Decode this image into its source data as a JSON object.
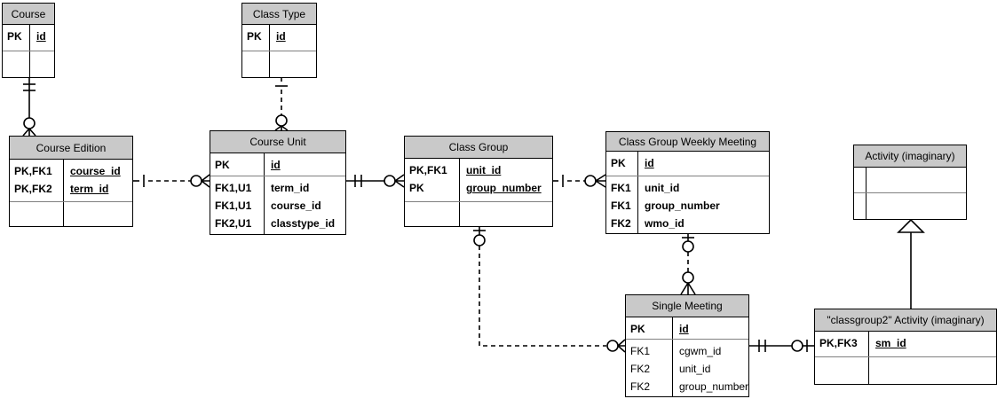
{
  "diagram": {
    "kind": "entity-relationship-diagram",
    "colors": {
      "header_fill": "#c9c9c9",
      "border": "#000000",
      "section_divider": "#808080",
      "line": "#000000",
      "background": "#ffffff"
    }
  },
  "entities": {
    "course": {
      "title": "Course",
      "keys": [
        [
          "PK",
          "id"
        ]
      ]
    },
    "class_type": {
      "title": "Class Type",
      "keys": [
        [
          "PK",
          "id"
        ]
      ]
    },
    "course_edition": {
      "title": "Course Edition",
      "keys": [
        [
          "PK,FK1",
          "course_id"
        ],
        [
          "PK,FK2",
          "term_id"
        ]
      ]
    },
    "course_unit": {
      "title": "Course Unit",
      "keys": [
        [
          "PK",
          "id"
        ]
      ],
      "attrs": [
        [
          "FK1,U1",
          "term_id"
        ],
        [
          "FK1,U1",
          "course_id"
        ],
        [
          "FK2,U1",
          "classtype_id"
        ]
      ]
    },
    "class_group": {
      "title": "Class Group",
      "keys": [
        [
          "PK,FK1",
          "unit_id"
        ],
        [
          "PK",
          "group_number"
        ]
      ]
    },
    "cgwm": {
      "title": "Class Group Weekly Meeting",
      "keys": [
        [
          "PK",
          "id"
        ]
      ],
      "attrs": [
        [
          "FK1",
          "unit_id"
        ],
        [
          "FK1",
          "group_number"
        ],
        [
          "FK2",
          "wmo_id"
        ]
      ]
    },
    "activity": {
      "title": "Activity (imaginary)"
    },
    "single_meeting": {
      "title": "Single Meeting",
      "keys": [
        [
          "PK",
          "id"
        ]
      ],
      "attrs": [
        [
          "FK1",
          "cgwm_id"
        ],
        [
          "FK2",
          "unit_id"
        ],
        [
          "FK2",
          "group_number"
        ]
      ]
    },
    "classgroup2_activity": {
      "title": "\"classgroup2\" Activity (imaginary)",
      "keys": [
        [
          "PK,FK3",
          "sm_id"
        ]
      ]
    }
  },
  "relationships": [
    {
      "from": "Course",
      "to": "Course Edition",
      "line": "solid",
      "from_end": "exactly-one (double tick)",
      "to_end": "zero-or-many (circle + crow's foot)"
    },
    {
      "from": "Class Type",
      "to": "Course Unit",
      "line": "dashed",
      "from_end": "one (tick)",
      "to_end": "zero-or-many (circle + crow's foot)"
    },
    {
      "from": "Course Edition",
      "to": "Course Unit",
      "line": "dashed",
      "from_end": "one (tick)",
      "to_end": "zero-or-many (circle + crow's foot)"
    },
    {
      "from": "Course Unit",
      "to": "Class Group",
      "line": "solid",
      "from_end": "exactly-one (double tick)",
      "to_end": "zero-or-many (circle + crow's foot)"
    },
    {
      "from": "Class Group",
      "to": "Class Group Weekly Meeting",
      "line": "dashed",
      "from_end": "one (tick)",
      "to_end": "zero-or-many (circle + crow's foot)"
    },
    {
      "from": "Class Group",
      "to": "Single Meeting",
      "line": "dashed",
      "from_end": "zero-or-one (tick + circle)",
      "to_end": "zero-or-many (circle + crow's foot)"
    },
    {
      "from": "Class Group Weekly Meeting",
      "to": "Single Meeting",
      "line": "dashed",
      "from_end": "zero-or-one (tick + circle)",
      "to_end": "zero-or-many (circle + crow's foot)"
    },
    {
      "from": "Single Meeting",
      "to": "\"classgroup2\" Activity (imaginary)",
      "line": "solid",
      "from_end": "exactly-one (double tick)",
      "to_end": "zero-or-one (circle + tick)"
    },
    {
      "from": "\"classgroup2\" Activity (imaginary)",
      "to": "Activity (imaginary)",
      "line": "solid",
      "type": "inheritance (hollow triangle)"
    }
  ]
}
